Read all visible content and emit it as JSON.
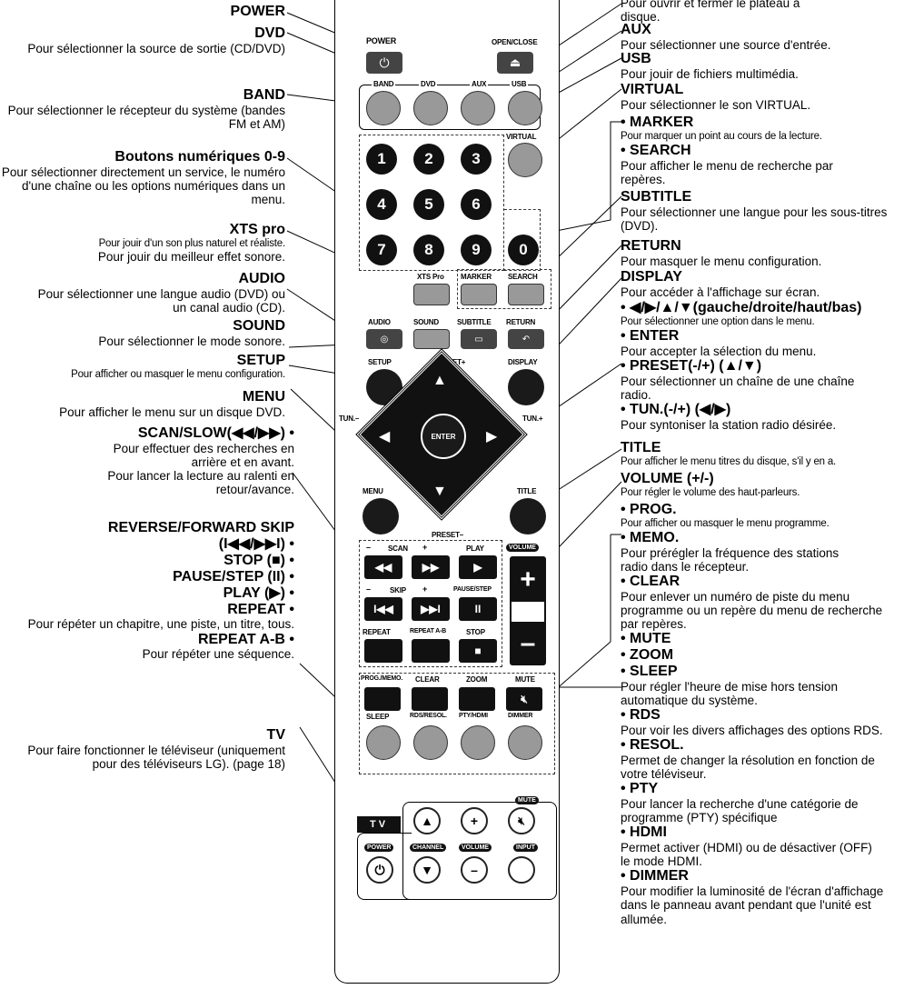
{
  "left_annotations": [
    {
      "heading": "POWER",
      "desc": ""
    },
    {
      "heading": "DVD",
      "desc": "Pour sélectionner la source de sortie (CD/DVD)"
    },
    {
      "heading": "BAND",
      "desc": "Pour sélectionner le récepteur du système (bandes FM et AM)"
    },
    {
      "heading": "Boutons numériques 0-9",
      "desc": "Pour sélectionner directement un service, le numéro d'une chaîne ou les options numériques dans un menu."
    },
    {
      "heading": "XTS pro",
      "desc": "Pour jouir d'un son plus naturel et réaliste."
    },
    {
      "heading": "",
      "desc": "Pour jouir du meilleur effet sonore."
    },
    {
      "heading": "AUDIO",
      "desc": "Pour sélectionner une langue audio (DVD) ou un canal audio (CD)."
    },
    {
      "heading": "SOUND",
      "desc": "Pour sélectionner le mode sonore."
    },
    {
      "heading": "SETUP",
      "desc": "Pour afficher ou masquer le menu configuration."
    },
    {
      "heading": "MENU",
      "desc": "Pour afficher le menu sur un disque DVD."
    },
    {
      "heading": "SCAN/SLOW(◀◀/▶▶)",
      "desc": "Pour effectuer des recherches en arrière et en avant."
    },
    {
      "heading": "",
      "desc": "Pour lancer la lecture au ralenti en retour/avance."
    },
    {
      "heading": "REVERSE/FORWARD SKIP",
      "desc": ""
    },
    {
      "heading": "(I◀◀/▶▶I)",
      "desc": ""
    },
    {
      "heading": "STOP (■)",
      "desc": ""
    },
    {
      "heading": "PAUSE/STEP (II)",
      "desc": ""
    },
    {
      "heading": "PLAY (▶)",
      "desc": ""
    },
    {
      "heading": "REPEAT",
      "desc": "Pour répéter un chapitre, une piste, un titre, tous."
    },
    {
      "heading": "REPEAT A-B",
      "desc": "Pour répéter une séquence."
    },
    {
      "heading": "TV",
      "desc": "Pour faire fonctionner le téléviseur (uniquement pour des téléviseurs LG). (page 18)"
    }
  ],
  "right_annotations": [
    {
      "heading": "",
      "desc": "Pour ouvrir et fermer le plateau à disque."
    },
    {
      "heading": "AUX",
      "desc": "Pour sélectionner une source d'entrée."
    },
    {
      "heading": "USB",
      "desc": "Pour jouir de fichiers multimédia."
    },
    {
      "heading": "VIRTUAL",
      "desc": "Pour sélectionner le son VIRTUAL."
    },
    {
      "heading": "MARKER",
      "desc": "Pour marquer un point au cours de la lecture."
    },
    {
      "heading": "SEARCH",
      "desc": "Pour afficher le menu de recherche par repères."
    },
    {
      "heading": "SUBTITLE",
      "desc": "Pour sélectionner une langue pour les sous-titres (DVD)."
    },
    {
      "heading": "RETURN",
      "desc": "Pour masquer le menu configuration."
    },
    {
      "heading": "DISPLAY",
      "desc": "Pour accéder à l'affichage sur écran."
    },
    {
      "heading": "◀/▶/▲/▼(gauche/droite/haut/bas)",
      "desc": "Pour sélectionner une option dans le menu."
    },
    {
      "heading": "ENTER",
      "desc": "Pour accepter la sélection du menu."
    },
    {
      "heading": "PRESET(-/+) (▲/▼)",
      "desc": "Pour sélectionner un chaîne de une chaîne radio."
    },
    {
      "heading": "TUN.(-/+) (◀/▶)",
      "desc": "Pour syntoniser la station radio désirée."
    },
    {
      "heading": "TITLE",
      "desc": "Pour afficher le menu titres du disque, s'il y en a."
    },
    {
      "heading": "VOLUME (+/-)",
      "desc": "Pour régler le volume des haut-parleurs."
    },
    {
      "heading": "PROG.",
      "desc": "Pour afficher ou masquer le menu programme."
    },
    {
      "heading": "MEMO.",
      "desc": "Pour prérégler la fréquence des stations radio dans le récepteur."
    },
    {
      "heading": "CLEAR",
      "desc": "Pour enlever un numéro de piste du menu programme ou un repère du menu de recherche par repères."
    },
    {
      "heading": "MUTE",
      "desc": ""
    },
    {
      "heading": "ZOOM",
      "desc": ""
    },
    {
      "heading": "SLEEP",
      "desc": "Pour régler l'heure de mise hors tension automatique du système."
    },
    {
      "heading": "RDS",
      "desc": "Pour voir les divers affichages des options RDS."
    },
    {
      "heading": "RESOL.",
      "desc": "Permet de changer la résolution en fonction de votre téléviseur."
    },
    {
      "heading": "PTY",
      "desc": "Pour lancer la recherche d'une catégorie de programme (PTY) spécifique"
    },
    {
      "heading": "HDMI",
      "desc": "Permet activer (HDMI) ou de désactiver (OFF) le mode HDMI."
    },
    {
      "heading": "DIMMER",
      "desc": "Pour modifier la luminosité de l'écran d'affichage dans le panneau avant pendant que l'unité est allumée."
    }
  ],
  "remote": {
    "power": "POWER",
    "open_close": "OPEN/CLOSE",
    "band": "BAND",
    "dvd": "DVD",
    "aux": "AUX",
    "usb": "USB",
    "virtual": "VIRTUAL",
    "digits": [
      "1",
      "2",
      "3",
      "4",
      "5",
      "6",
      "7",
      "8",
      "9",
      "0"
    ],
    "xts_pro": "XTS Pro",
    "marker": "MARKER",
    "search": "SEARCH",
    "audio": "AUDIO",
    "sound": "SOUND",
    "subtitle": "SUBTITLE",
    "return": "RETURN",
    "setup": "SETUP",
    "preset_plus": "PRESET+",
    "display": "DISPLAY",
    "tun_minus": "TUN.–",
    "tun_plus": "TUN.+",
    "enter": "ENTER",
    "menu": "MENU",
    "title": "TITLE",
    "preset_minus": "PRESET–",
    "scan": "SCAN",
    "play": "PLAY",
    "volume": "VOLUME",
    "skip": "SKIP",
    "pause_step": "PAUSE/STEP",
    "repeat": "REPEAT",
    "repeat_ab": "REPEAT A-B",
    "stop": "STOP",
    "prog_memo": "PROG./MEMO.",
    "clear": "CLEAR",
    "zoom": "ZOOM",
    "mute": "MUTE",
    "sleep": "SLEEP",
    "rds_resol": "RDS/RESOL.",
    "pty_hdmi": "PTY/HDMI",
    "dimmer": "DIMMER",
    "tv": "TV",
    "tv_mute": "MUTE",
    "tv_power": "POWER",
    "channel": "CHANNEL",
    "tv_volume": "VOLUME",
    "input": "INPUT",
    "minus": "–",
    "plus": "+"
  }
}
